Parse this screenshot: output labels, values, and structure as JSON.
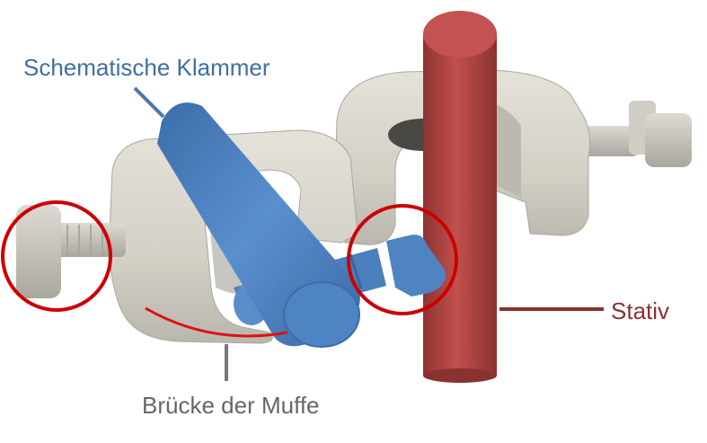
{
  "labels": {
    "clamp": "Schematische Klammer",
    "stand": "Stativ",
    "bridge": "Brücke der Muffe"
  },
  "colors": {
    "clamp_label": "#3f6fa3",
    "stand_label": "#8b3030",
    "bridge_label": "#666666",
    "rod_blue": "#4d82c2",
    "rod_red": "#b84a48",
    "concrete": "#d6d4ca",
    "highlight_circle": "#cc0000",
    "bridge_arc": "#dd1111"
  }
}
